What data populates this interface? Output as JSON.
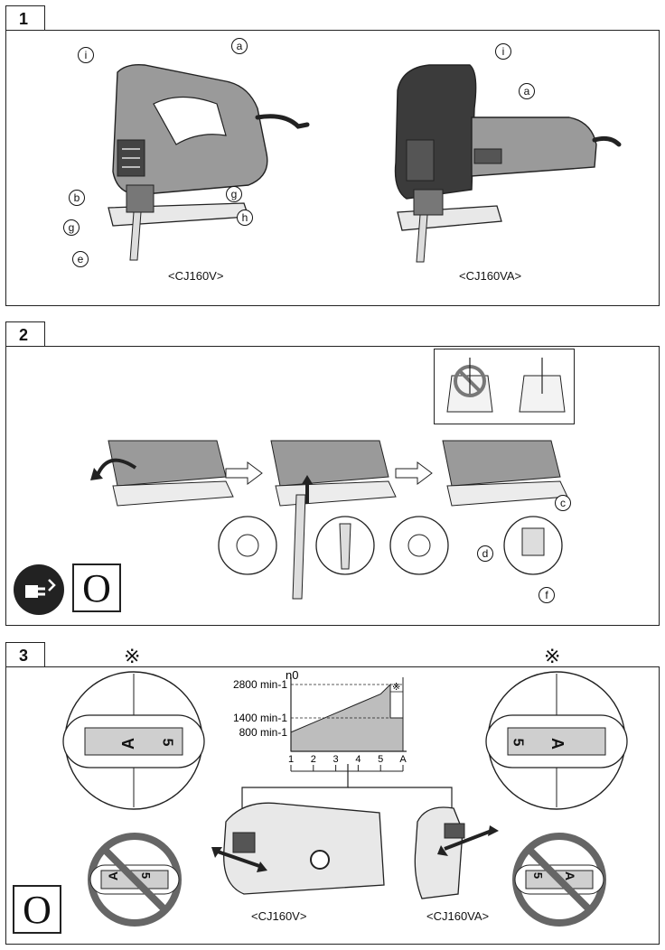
{
  "sections": [
    {
      "number": "1"
    },
    {
      "number": "2"
    },
    {
      "number": "3"
    }
  ],
  "figure1": {
    "left_model": "<CJ160V>",
    "right_model": "<CJ160VA>",
    "callouts_left": [
      "i",
      "a",
      "b",
      "g",
      "g",
      "h",
      "e"
    ],
    "callouts_right": [
      "i",
      "a"
    ]
  },
  "figure2": {
    "callouts": [
      "c",
      "d",
      "f"
    ],
    "switch_symbol": "O"
  },
  "figure3": {
    "mark": "※",
    "dial_a": "A",
    "dial_5": "5",
    "left_model": "<CJ160V>",
    "right_model": "<CJ160VA>",
    "switch_symbol": "O"
  },
  "chart_data": {
    "type": "area",
    "ylabel": "n0",
    "y_ticks": [
      {
        "value": 2800,
        "label": "2800 min-1"
      },
      {
        "value": 1400,
        "label": "1400 min-1"
      },
      {
        "value": 800,
        "label": "800 min-1"
      }
    ],
    "categories": [
      "1",
      "2",
      "3",
      "4",
      "5",
      "A"
    ],
    "series": [
      {
        "values": [
          800,
          1200,
          1600,
          2000,
          2400,
          2800
        ]
      }
    ],
    "annotation": "※"
  },
  "colors": {
    "tool_gray": "#9a9a9a",
    "dark": "#3b3b3b",
    "fill": "#bdbdbd"
  }
}
